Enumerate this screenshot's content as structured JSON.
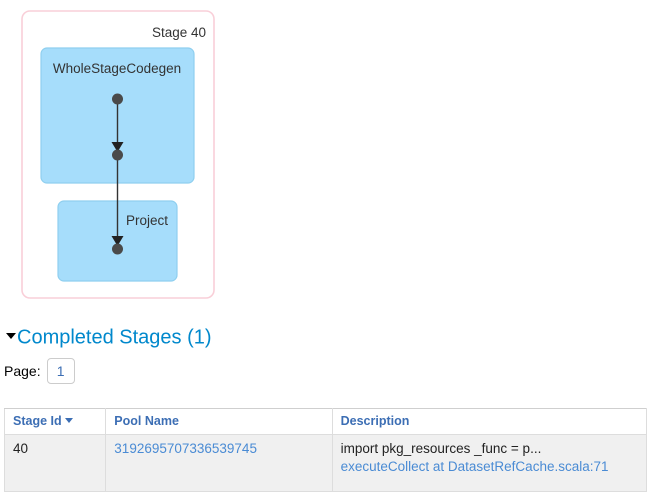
{
  "dag": {
    "cluster": {
      "label": "Stage 40",
      "border_color": "#f9cfd8"
    },
    "nodes": [
      {
        "label": "WholeStageCodegen",
        "fill": "#a6ddfb"
      },
      {
        "label": "Project",
        "fill": "#a6ddfb"
      }
    ]
  },
  "section": {
    "caret_icon": "caret-down-icon",
    "title": "Completed Stages (1)",
    "title_color": "#0088cc"
  },
  "pager": {
    "label": "Page:",
    "value": "1"
  },
  "table": {
    "columns": [
      {
        "label": "Stage Id",
        "sorted": true,
        "sort_icon": "caret-down-icon"
      },
      {
        "label": "Pool Name",
        "sorted": false
      },
      {
        "label": "Description",
        "sorted": false
      }
    ],
    "rows": [
      {
        "stage_id": "40",
        "pool_name": "3192695707336539745",
        "description_main": "import pkg_resources _func = p...",
        "description_link": "executeCollect at DatasetRefCache.scala:71"
      }
    ],
    "header_text_color": "#3c6eb4",
    "row_bg": "#f0f0f0",
    "link_color": "#4a8bd4"
  }
}
